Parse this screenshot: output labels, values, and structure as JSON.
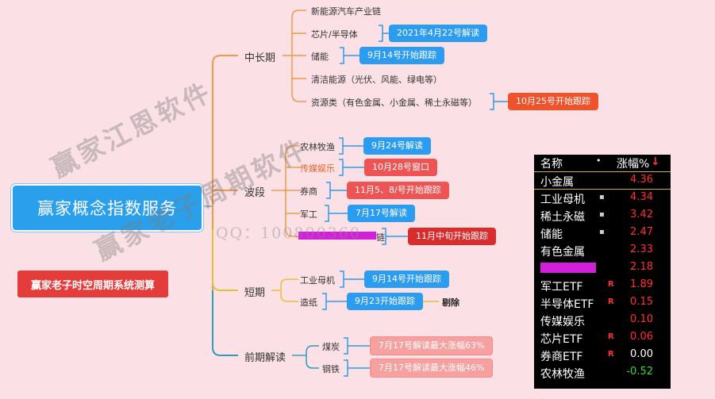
{
  "root": {
    "title": "赢家概念指数服务"
  },
  "side_box": {
    "label": "赢家老子时空周期系统测算"
  },
  "branches": {
    "b1": {
      "label": "中长期",
      "items": [
        {
          "label": "新能源汽车产业链"
        },
        {
          "label": "芯片/半导体",
          "tag": "2021年4月22号解读"
        },
        {
          "label": "储能",
          "tag": "9月14号开始跟踪"
        },
        {
          "label": "清洁能源（光伏、风能、绿电等）"
        },
        {
          "label": "资源类（有色金属、小金属、稀土永磁等）",
          "tag": "10月25号开始跟踪"
        }
      ]
    },
    "b2": {
      "label": "波段",
      "items": [
        {
          "label": "农林牧渔",
          "tag": "9月24号解读"
        },
        {
          "label": "传媒娱乐",
          "tag": "10月28号窗口"
        },
        {
          "label": "券商",
          "tag": "11月5、8/号开始跟踪"
        },
        {
          "label": "军工",
          "tag": "7月17号解读"
        },
        {
          "label": "",
          "suffix": "链",
          "tag": "11月中旬开始跟踪"
        }
      ]
    },
    "b3": {
      "label": "短期",
      "items": [
        {
          "label": "工业母机",
          "tag": "9月14号开始跟踪"
        },
        {
          "label": "造纸",
          "tag": "9月23开始跟踪",
          "note": "剔除"
        }
      ]
    },
    "b4": {
      "label": "前期解读",
      "items": [
        {
          "label": "煤炭",
          "tag": "7月17号解读最大涨幅63%"
        },
        {
          "label": "钢铁",
          "tag": "7月17号解读最大涨幅46%"
        }
      ]
    }
  },
  "watermark": {
    "line1": "赢家江恩软件",
    "line2": "赢家老子周期软件",
    "qq": "QQ：100800360"
  },
  "panel": {
    "header": {
      "name": "名称",
      "dot": "•",
      "change": "涨幅%",
      "arrow": "↓"
    },
    "rows": [
      {
        "name": "小金属",
        "flag": "",
        "value": "4.36",
        "value_color": "#ff3030"
      },
      {
        "name": "工业母机",
        "flag": "▪",
        "value": "4.34",
        "value_color": "#ff3030"
      },
      {
        "name": "稀土永磁",
        "flag": "▪",
        "value": "3.42",
        "value_color": "#ff3030"
      },
      {
        "name": "储能",
        "flag": "▪",
        "value": "2.47",
        "value_color": "#ff3030"
      },
      {
        "name": "有色金属",
        "flag": "",
        "value": "2.33",
        "value_color": "#ff3030"
      },
      {
        "name": "",
        "flag": "",
        "value": "2.18",
        "value_color": "#ff3030"
      },
      {
        "name": "军工ETF",
        "flag": "R",
        "value": "1.89",
        "value_color": "#ff3030"
      },
      {
        "name": "半导体ETF",
        "flag": "R",
        "value": "0.15",
        "value_color": "#ff3030"
      },
      {
        "name": "传媒娱乐",
        "flag": "",
        "value": "0.10",
        "value_color": "#ff3030"
      },
      {
        "name": "芯片ETF",
        "flag": "R",
        "value": "0.06",
        "value_color": "#ff3030"
      },
      {
        "name": "券商ETF",
        "flag": "R",
        "value": "0.00",
        "value_color": "#ffffff"
      },
      {
        "name": "农林牧渔",
        "flag": "",
        "value": "-0.52",
        "value_color": "#33dd33"
      }
    ]
  },
  "colors": {
    "background": "#fbe0e6",
    "root": "#2aa0ec",
    "line_orange": "#f09a45",
    "line_yellow": "#e2c23a",
    "line_teal": "#2a9fb8",
    "panel_bg": "#000000"
  }
}
